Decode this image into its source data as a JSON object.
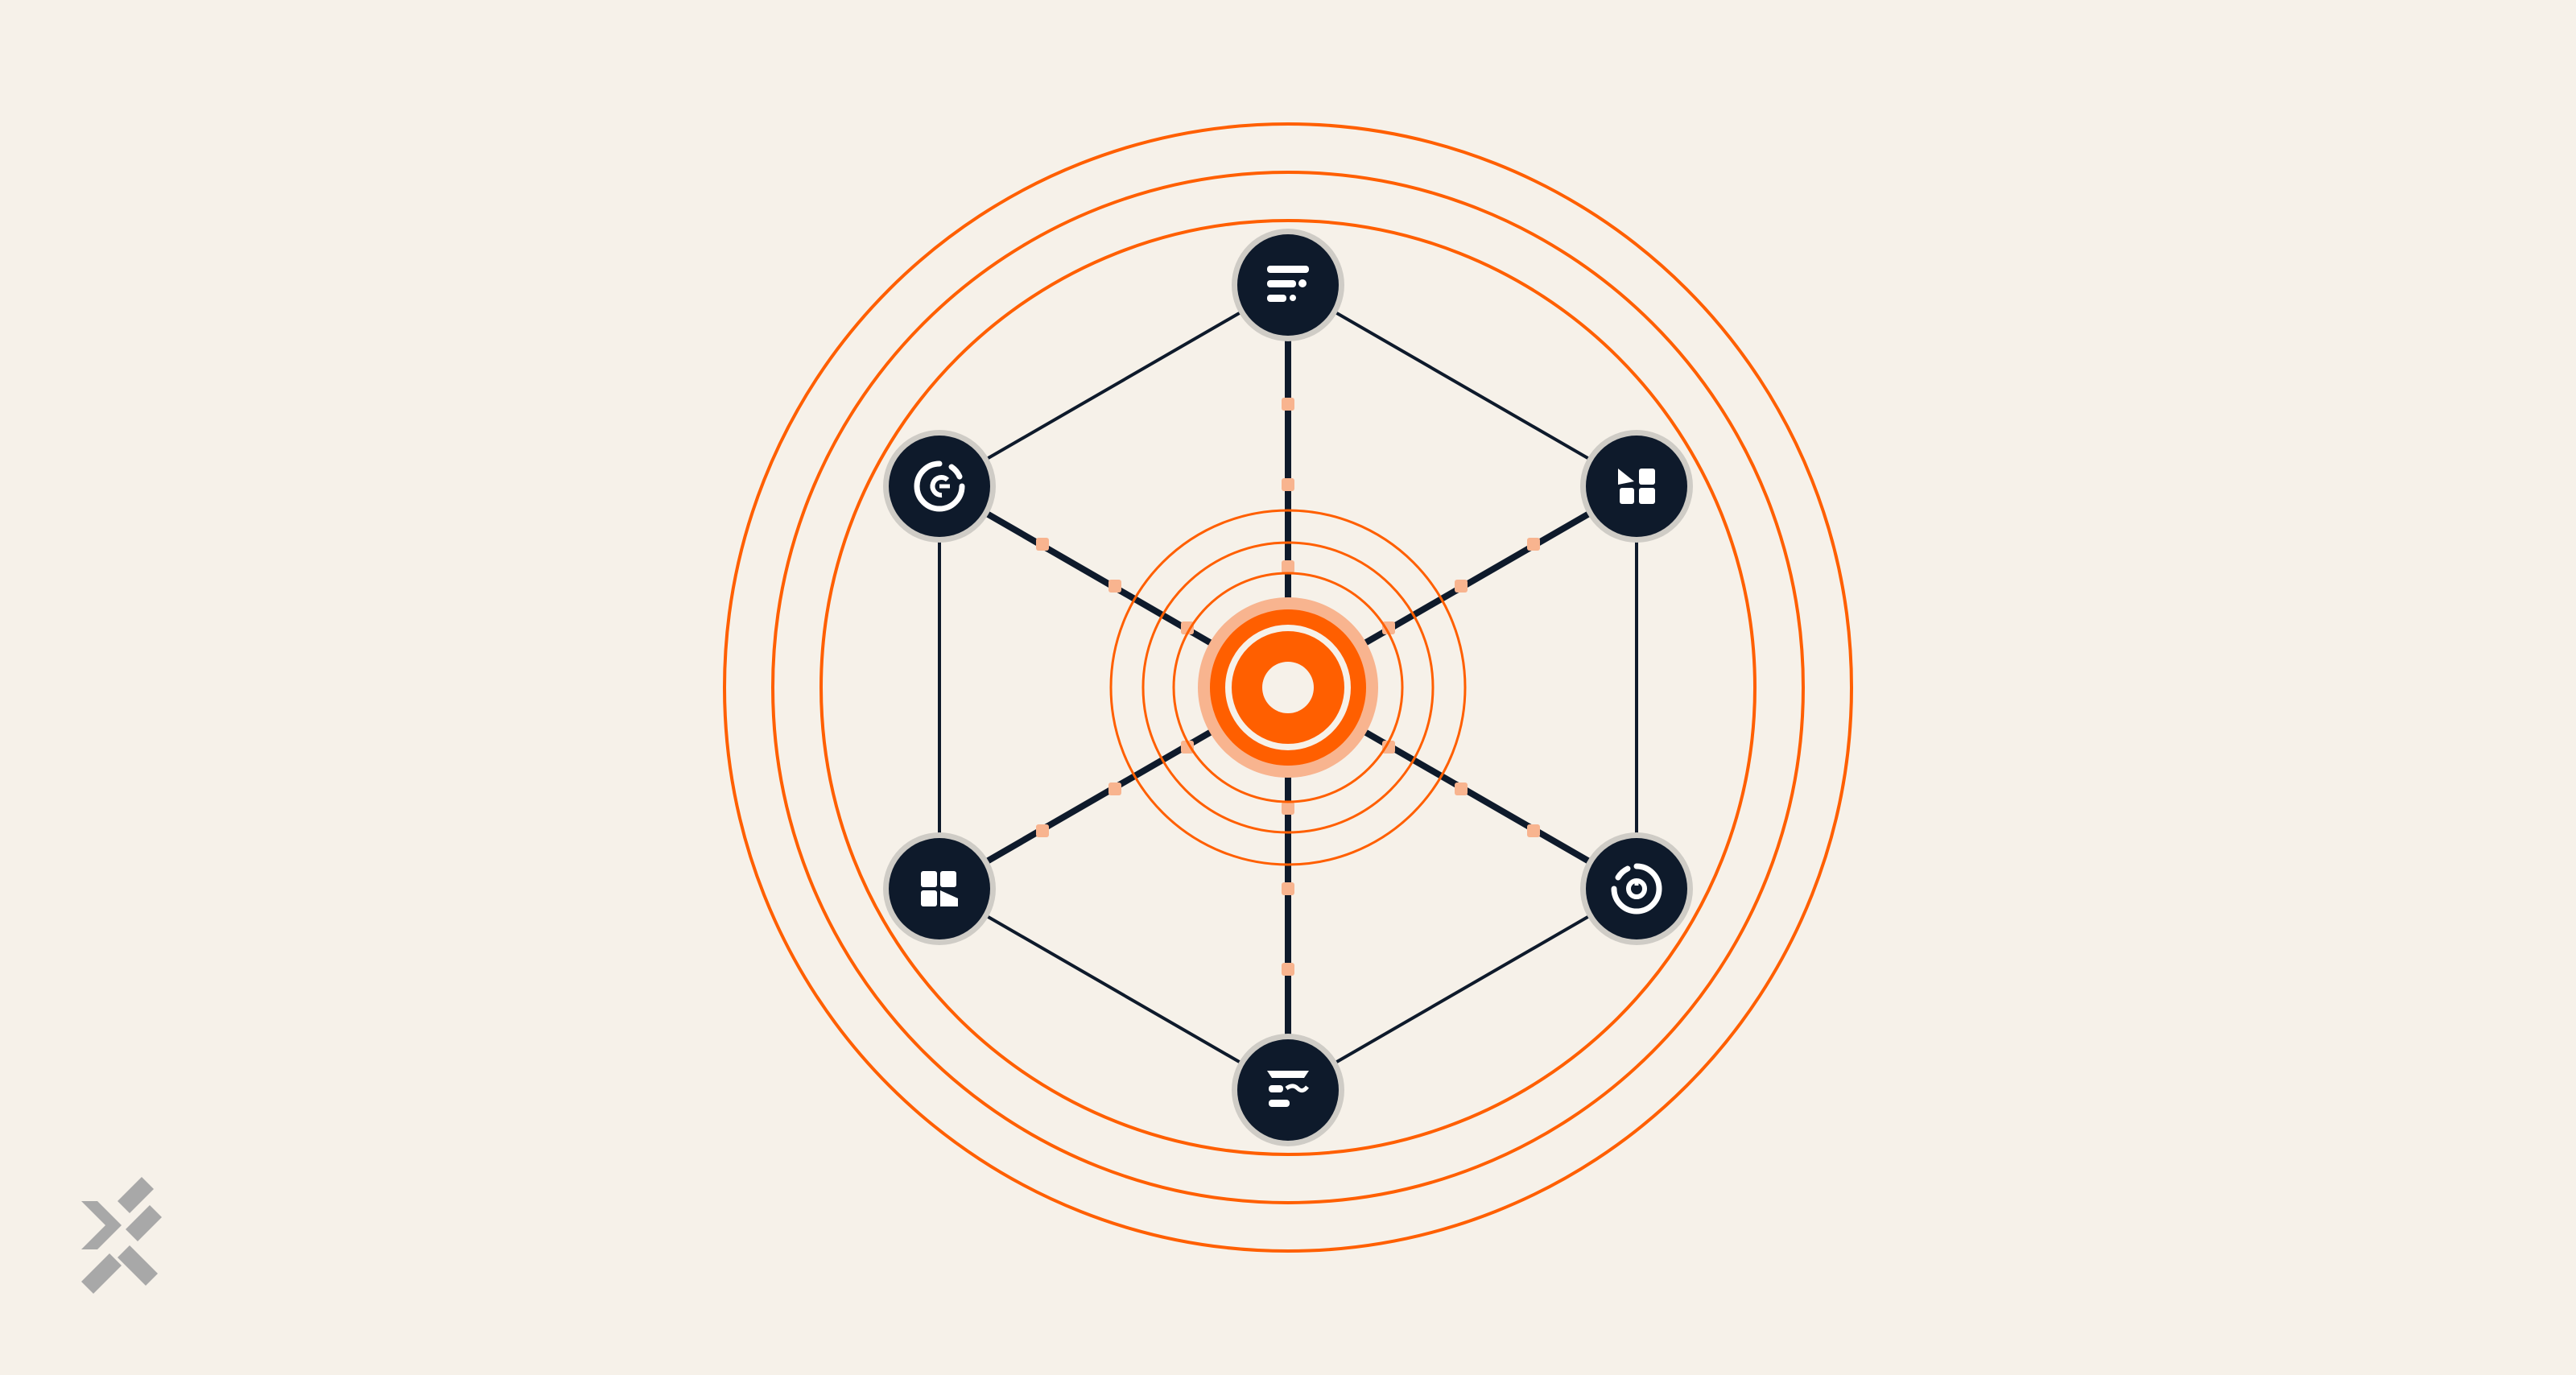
{
  "colors": {
    "background": "#f6f1e9",
    "accent": "#ff5f00",
    "accent_halo": "#f8b48f",
    "node_fill": "#0e1a2b",
    "node_ring": "#cfccc6",
    "edge": "#0e1a2b",
    "spoke_dot": "#f8b48f",
    "icon": "#ffffff",
    "logo": "#a8a8a8"
  },
  "hub": {
    "icon": "target-ring-icon",
    "ripple_rings": 4
  },
  "outer_rings": 3,
  "nodes": [
    {
      "id": "node-top",
      "icon": "text-lines-icon"
    },
    {
      "id": "node-upper-right",
      "icon": "dashboard-grid-icon"
    },
    {
      "id": "node-lower-right",
      "icon": "donut-chart-icon"
    },
    {
      "id": "node-bottom",
      "icon": "text-lines-icon"
    },
    {
      "id": "node-lower-left",
      "icon": "dashboard-grid-icon"
    },
    {
      "id": "node-upper-left",
      "icon": "donut-chart-icon"
    }
  ],
  "logo": {
    "icon": "chevron-brand-logo"
  }
}
